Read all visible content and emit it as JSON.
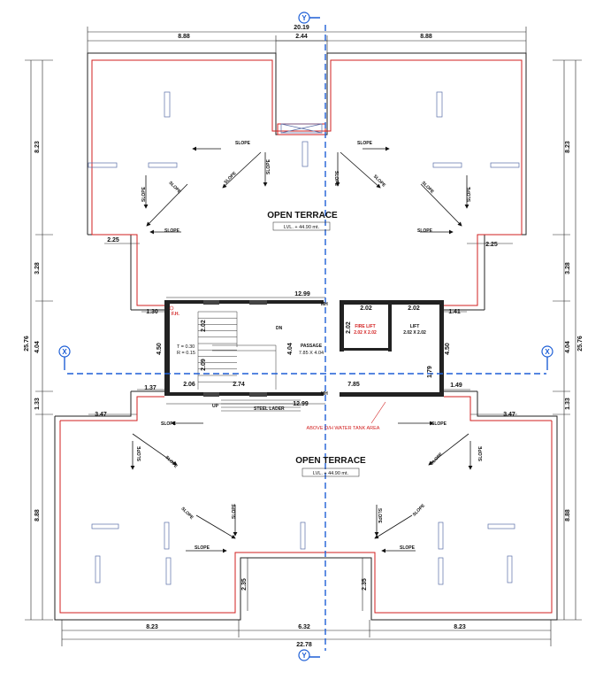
{
  "dims": {
    "top_total": "20.19",
    "top_left": "8.88",
    "top_center": "2.44",
    "top_right": "8.88",
    "bottom_left": "8.23",
    "bottom_center": "6.32",
    "bottom_right": "8.23",
    "bottom_total": "22.78",
    "left_upper": "8.23",
    "left_mid": "3.28",
    "left_core": "4.04",
    "left_total": "25.76",
    "left_gap": "1.33",
    "left_lower": "8.88",
    "right_upper": "8.23",
    "right_mid": "3.28",
    "right_core": "4.04",
    "right_total": "25.76",
    "right_gap": "1.33",
    "right_lower": "8.88",
    "ul_offset": "2.25",
    "ur_offset": "2.25",
    "core_top": "12.99",
    "core_bottom": "12.99",
    "core_left_130": "1.30",
    "core_right_141": "1.41",
    "core_left_137": "1.37",
    "core_right_149": "1.49",
    "core_left_450": "4.50",
    "core_right_450": "4.50",
    "core_inner_404": "4.04",
    "stair_206": "2.06",
    "stair_274": "2.74",
    "stair_209": "2.09",
    "stair_202": "2.02",
    "lift_202a": "2.02",
    "lift_202b": "2.02",
    "lift_202c": "2.02",
    "bottom_785": "7.85",
    "right_179": "1.79",
    "lower_347_left": "3.47",
    "lower_347_right": "3.47",
    "lower_left_235": "2.35",
    "lower_right_235": "2.35"
  },
  "labels": {
    "upper_terrace_title": "OPEN TERRACE",
    "upper_terrace_level": "LVL. + 44.90 mt.",
    "lower_terrace_title": "OPEN TERRACE",
    "lower_terrace_level": "LVL. + 44.90 mt.",
    "passage": "PASSAGE",
    "passage_size": "7.85 X 4.04",
    "fire_lift": "FIRE LIFT",
    "fire_lift_size": "2.02 X 2.02",
    "lift": "LIFT",
    "lift_size": "2.02 X 2.02",
    "dn": "DN",
    "up": "UP",
    "steel_ladder": "STEEL LADER",
    "fh": "F.H.",
    "tread": "T = 0.30",
    "riser": "R = 0.15",
    "mh_left": "MH",
    "mh_right": "MH",
    "water_tank": "ABOVE O/H WATER TANK AREA",
    "slope": "SLOPE"
  },
  "axes": {
    "y_top": "Y",
    "y_bottom": "Y",
    "x_left": "X",
    "x_right": "X"
  },
  "colors": {
    "wall_red": "#d21f1f",
    "axis_blue": "#1e5fd6",
    "line": "#111111",
    "core_wall": "#222222"
  },
  "icons": {
    "slope_arrow": "slope-arrow-icon",
    "grid_axis": "axis-bubble-icon"
  }
}
